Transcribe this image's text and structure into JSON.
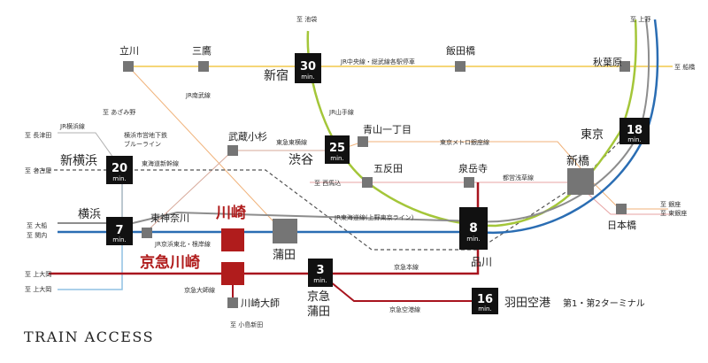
{
  "title": "TRAIN ACCESS",
  "colors": {
    "yamanote": "#a4c639",
    "blue_line": "#2a6db3",
    "keikyu": "#a8141e",
    "chuo": "#f2c84b",
    "orange_thin": "#f0b27a",
    "brown_thin": "#d7a99a",
    "gray_thin": "#b0b0b0",
    "skyblue": "#8fc1e3",
    "station": "#757575",
    "highlight": "#b01c1c",
    "time_box": "#111111"
  },
  "stations": {
    "tachikawa": "立川",
    "mitaka": "三鷹",
    "shinjuku": "新宿",
    "iidabashi": "飯田橋",
    "akihabara": "秋葉原",
    "musashikosugi": "武蔵小杉",
    "aoyama": "青山一丁目",
    "shibuya": "渋谷",
    "gotanda": "五反田",
    "sengakuji": "泉岳寺",
    "shinbashi": "新橋",
    "tokyo": "東京",
    "shinyokohama": "新横浜",
    "yokohama": "横浜",
    "higashikanagawa": "東神奈川",
    "kawasaki": "川崎",
    "keikyukawasaki": "京急川崎",
    "kamata": "蒲田",
    "keikyukamata_1": "京急",
    "keikyukamata_2": "蒲田",
    "shinagawa": "品川",
    "nihonbashi": "日本橋",
    "haneda": "羽田空港",
    "haneda_terminal": "第1・第2ターミナル",
    "kawasakidaishi": "川崎大師"
  },
  "times": {
    "shinjuku": "30",
    "shibuya": "25",
    "tokyo": "18",
    "shinyokohama": "20",
    "yokohama": "7",
    "shinagawa": "8",
    "keikyukamata": "3",
    "haneda": "16",
    "unit": "min."
  },
  "directions": {
    "ikebukuro": "至 池袋",
    "ueno": "至 上野",
    "funabashi": "至 船橋",
    "azamino": "至 あざみ野",
    "nagatsuta": "至 長津田",
    "nagoya": "至 名古屋",
    "nishimagome": "至 西馬込",
    "ofuna": "至 大船",
    "kannai": "至 関内",
    "kamiooka_1": "至 上大岡",
    "kamiooka_2": "至 上大岡",
    "ginza": "至 銀座",
    "higashiginza": "至 東銀座",
    "kojimashinden": "至 小島新田"
  },
  "lines": {
    "nambu": "JR南武線",
    "chuo_sobu": "JR中央線・総武線各駅停車",
    "yamanote": "JR山手線",
    "toyoko": "東急東横線",
    "ginza_line": "東京メトロ銀座線",
    "asakusa": "都営浅草線",
    "jr_yokohama": "JR横浜線",
    "blue_line_1": "横浜市営地下鉄",
    "blue_line_2": "ブルーライン",
    "tokaido_shinkansen": "東海道新幹線",
    "tokaido": "JR東海道線(上野東京ライン)",
    "keihin_tohoku": "JR京浜東北・根岸線",
    "keikyu_main": "京急本線",
    "keikyu_daishi": "京急大師線",
    "keikyu_airport": "京急空港線"
  }
}
